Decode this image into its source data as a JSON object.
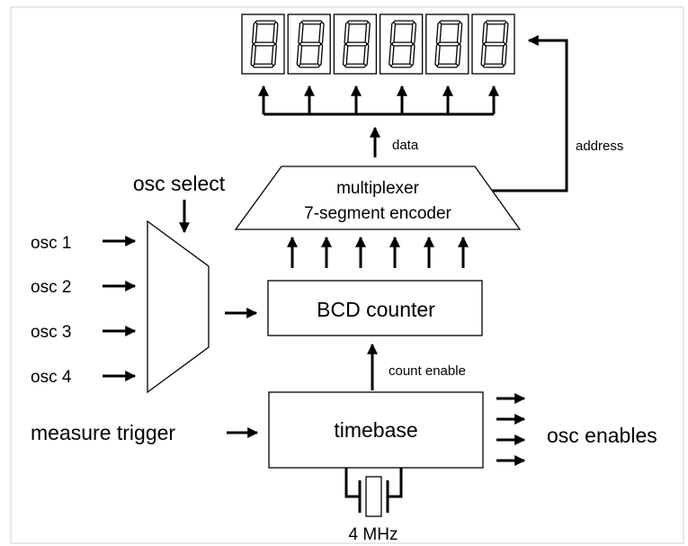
{
  "labels": {
    "osc_select": "osc select",
    "osc1": "osc 1",
    "osc2": "osc 2",
    "osc3": "osc 3",
    "osc4": "osc 4",
    "measure_trigger": "measure trigger",
    "multiplexer_line1": "multiplexer",
    "multiplexer_line2": "7-segment encoder",
    "bcd_counter": "BCD counter",
    "timebase": "timebase",
    "osc_enables": "osc enables",
    "crystal_freq": "4 MHz",
    "data": "data",
    "address": "address",
    "count_enable": "count enable"
  },
  "display": {
    "digit_count": 6,
    "digit_value": "8"
  },
  "colors": {
    "stroke": "#000000",
    "background": "#ffffff"
  }
}
